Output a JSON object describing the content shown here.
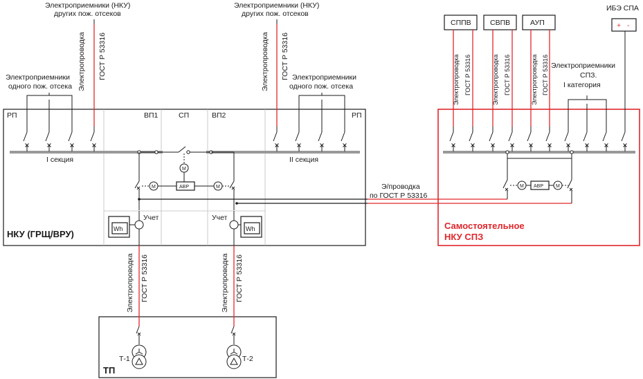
{
  "labels": {
    "consumers_nku_left": "Электроприемники (НКУ)",
    "consumers_nku_left_2": "других пож. отсеков",
    "consumers_nku_right": "Электроприемники (НКУ)",
    "consumers_nku_right_2": "других пож. отсеков",
    "consumers_one_left": "Электроприемники",
    "consumers_one_left_2": "одного пож. отсека",
    "consumers_one_right": "Электроприемники",
    "consumers_one_right_2": "одного пож. отсека",
    "wiring": "Электропроводка",
    "gost": "ГОСТ Р 53316",
    "rp_left": "РП",
    "rp_right": "РП",
    "vp1": "ВП1",
    "sp": "СП",
    "vp2": "ВП2",
    "section1": "I секция",
    "section2": "II секция",
    "motor": "M",
    "avr": "АВР",
    "uchet": "Учет",
    "wh": "Wh",
    "nku_main": "НКУ (ГРЩ/ВРУ)",
    "wire_label_1": "Э/проводка",
    "wire_label_2": "по  ГОСТ Р 53316",
    "sppv": "СППВ",
    "svpv": "СВПВ",
    "aup": "АУП",
    "ibe": "ИБЭ СПА",
    "plus": "+",
    "minus": "-",
    "consumers_spz": "Электроприемники",
    "consumers_spz_2": "СПЗ.",
    "consumers_spz_3": "I   категория",
    "nku_spz": "Самостоятельное",
    "nku_spz_2": "НКУ СПЗ",
    "tp": "ТП",
    "t1": "Т-1",
    "t2": "Т-2"
  },
  "colors": {
    "accent_red": "#e0262b",
    "bus_gray": "#999999",
    "line": "#1a1a1a"
  }
}
